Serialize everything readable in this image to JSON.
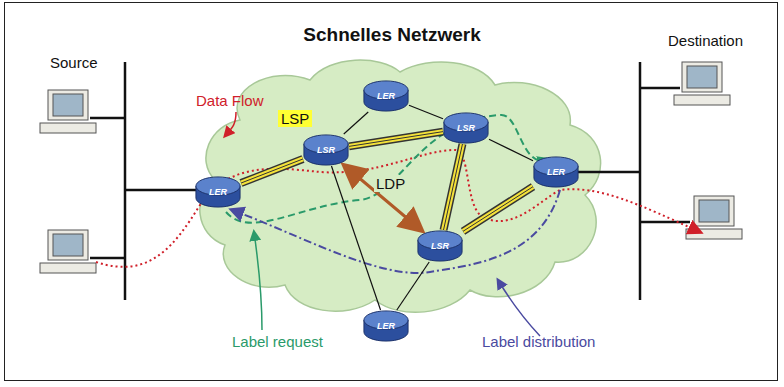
{
  "diagram": {
    "title": "Schnelles Netzwerk",
    "nodes": [
      {
        "text": [
          "LER"
        ]
      },
      {
        "text": [
          "LSR"
        ]
      },
      {
        "text": [
          "LSR"
        ]
      },
      {
        "text": [
          "LER"
        ]
      },
      {
        "text": [
          "LER"
        ]
      },
      {
        "text": [
          "LSR"
        ]
      },
      {
        "text": [
          "LER"
        ]
      }
    ],
    "edges": [
      {
        "from": 3,
        "to": 2,
        "arrow": "none"
      },
      {
        "from": 2,
        "to": 0,
        "arrow": "none"
      },
      {
        "from": 0,
        "to": 1,
        "arrow": "none"
      },
      {
        "from": 2,
        "to": 1,
        "arrow": "none"
      },
      {
        "from": 1,
        "to": 5,
        "arrow": "none"
      },
      {
        "from": 5,
        "to": 4,
        "arrow": "none"
      },
      {
        "from": 1,
        "to": 4,
        "arrow": "none"
      },
      {
        "from": 2,
        "to": 5,
        "label": "LDP",
        "arrow": "both"
      },
      {
        "from": 2,
        "to": 6,
        "arrow": "none"
      },
      {
        "from": 5,
        "to": 6,
        "arrow": "none"
      }
    ],
    "labels": [
      "Source",
      "Destination",
      "Data Flow",
      "LSP",
      "Label request",
      "Label distribution"
    ]
  }
}
